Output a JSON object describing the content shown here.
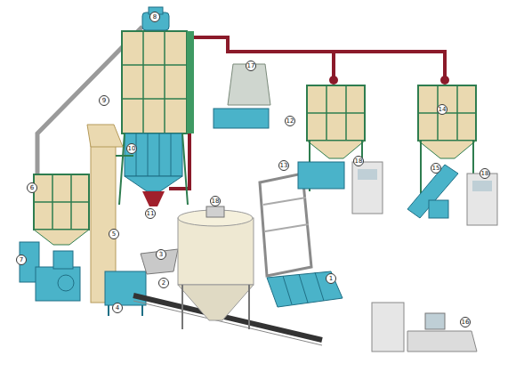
{
  "diagram": {
    "labels": [
      "8",
      "17",
      "9",
      "14",
      "12",
      "10",
      "13",
      "18",
      "15",
      "18",
      "6",
      "11",
      "18",
      "5",
      "3",
      "7",
      "1",
      "2",
      "4",
      "16"
    ]
  }
}
